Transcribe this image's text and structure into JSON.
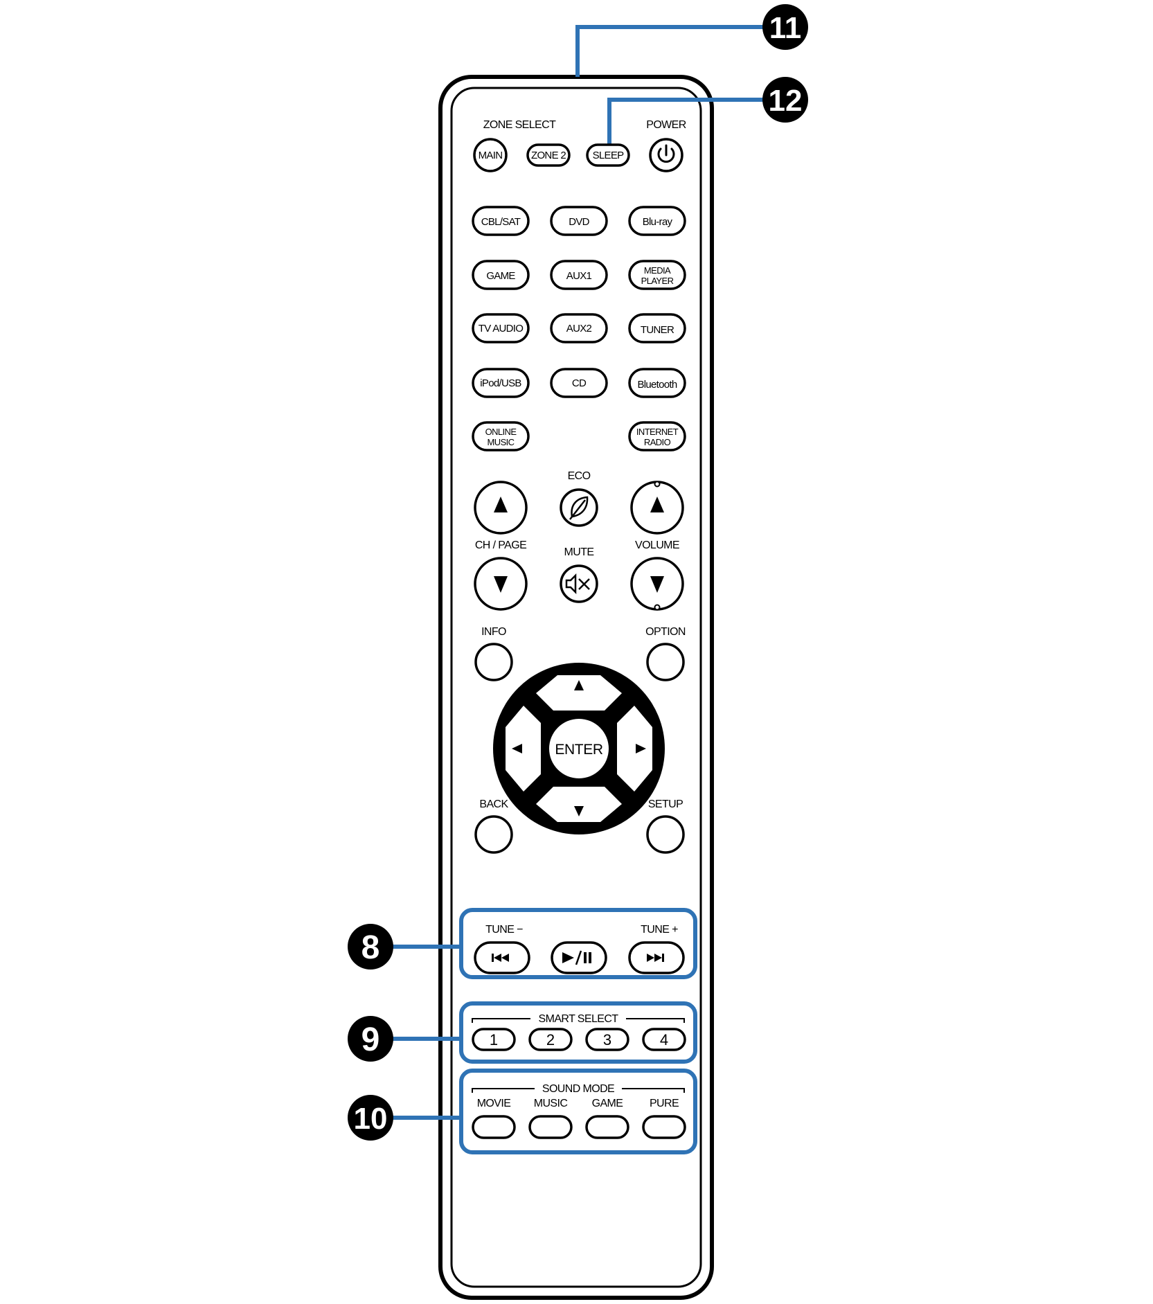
{
  "callouts": {
    "n8": "8",
    "n9": "9",
    "n10": "10",
    "n11": "11",
    "n12": "12"
  },
  "labels": {
    "zone_select": "ZONE SELECT",
    "power": "POWER",
    "eco": "ECO",
    "ch_page": "CH / PAGE",
    "mute": "MUTE",
    "volume": "VOLUME",
    "info": "INFO",
    "option": "OPTION",
    "back": "BACK",
    "setup": "SETUP",
    "tune_minus": "TUNE −",
    "tune_plus": "TUNE +",
    "smart_select": "SMART SELECT",
    "sound_mode": "SOUND MODE"
  },
  "buttons": {
    "main": "MAIN",
    "zone2": "ZONE 2",
    "sleep": "SLEEP",
    "cbl_sat": "CBL/SAT",
    "dvd": "DVD",
    "bluray": "Blu-ray",
    "game": "GAME",
    "aux1": "AUX1",
    "media_player": [
      "MEDIA",
      "PLAYER"
    ],
    "tv_audio": "TV AUDIO",
    "aux2": "AUX2",
    "tuner": "TUNER",
    "ipod_usb": "iPod/USB",
    "cd": "CD",
    "bluetooth": "Bluetooth",
    "online_music": [
      "ONLINE",
      "MUSIC"
    ],
    "internet_radio": [
      "INTERNET",
      "RADIO"
    ],
    "enter": "ENTER",
    "smart": [
      "1",
      "2",
      "3",
      "4"
    ],
    "sound_modes": [
      "MOVIE",
      "MUSIC",
      "GAME",
      "PURE"
    ]
  },
  "colors": {
    "callout_blue": "#2f73b5",
    "body": "#000000",
    "background": "#ffffff"
  }
}
